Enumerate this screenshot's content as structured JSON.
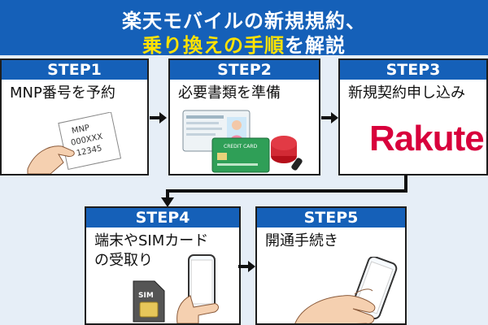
{
  "header": {
    "line1": "楽天モバイルの新規規約、",
    "line2_highlight": "乗り換えの手順",
    "line2_rest": "を解説"
  },
  "steps": [
    {
      "caption": "STEP1",
      "text": "MNP番号を予約",
      "paper_lines": [
        "MNP",
        "000XXX",
        "12345"
      ]
    },
    {
      "caption": "STEP2",
      "text": "必要書類を準備",
      "card_label": "CREDIT CARD"
    },
    {
      "caption": "STEP3",
      "text": "新規契約申し込み",
      "logo": "Rakuten"
    },
    {
      "caption": "STEP4",
      "text_line1": "端末やSIMカード",
      "text_line2": "の受取り",
      "sim_label": "SIM"
    },
    {
      "caption": "STEP5",
      "text": "開通手続き"
    }
  ],
  "colors": {
    "banner": "#1560b8",
    "highlight": "#ffe200",
    "brand": "#d8003c"
  }
}
